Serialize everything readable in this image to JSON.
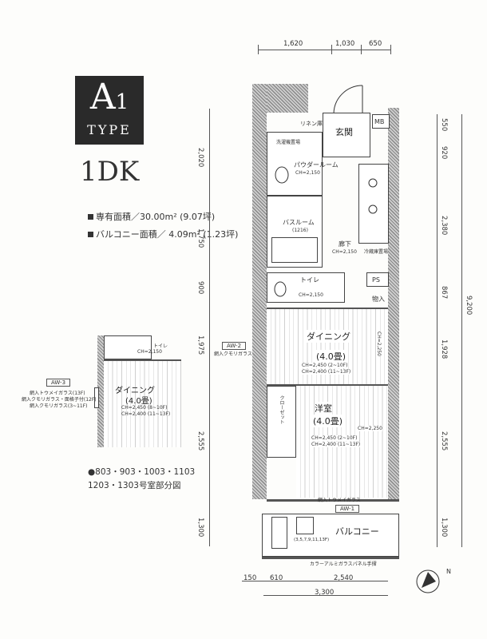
{
  "header": {
    "type_letter": "A",
    "type_number": "1",
    "type_word": "TYPE",
    "layout": "1DK"
  },
  "areas": {
    "exclusive_label": "専有面積",
    "exclusive_value": "30.00m² (9.07坪)",
    "balcony_label": "バルコニー面積",
    "balcony_value": "4.09m² (1.23坪)"
  },
  "dims_top": [
    "1,620",
    "1,030",
    "650"
  ],
  "dims_bottom": [
    "150",
    "610",
    "2,540"
  ],
  "dim_total_bottom": "3,300",
  "dims_left": [
    "2,020",
    "1,750",
    "900",
    "1,975",
    "2,555",
    "1,300"
  ],
  "dims_right": [
    "550",
    "920",
    "2,380",
    "867",
    "1,928",
    "2,555",
    "1,300"
  ],
  "dim_total_right": "9,200",
  "rooms": {
    "entrance": "玄関",
    "mb": "MB",
    "linen": "リネン庫",
    "powder": "パウダールーム",
    "powder_ch": "CH=2,150",
    "washer": "洗濯機置場",
    "bath": "バスルーム",
    "bath_size": "(1216)",
    "hall": "廊下",
    "hall_ch": "CH=2,150",
    "toilet": "トイレ",
    "toilet_ch": "CH=2,150",
    "fridge": "冷蔵庫置場",
    "ps": "PS",
    "storage": "物入",
    "dining": "ダイニング",
    "dining_size": "(4.0畳)",
    "dining_ch1": "CH=2,450 (2~10F)",
    "dining_ch2": "CH=2,400 (11~13F)",
    "dining_ch3": "CH=2,250",
    "western": "洋室",
    "western_size": "(4.0畳)",
    "western_ch1": "CH=2,450 (2~10F)",
    "western_ch2": "CH=2,400 (11~13F)",
    "western_ch3": "CH=2,250",
    "closet": "クローゼット",
    "balcony": "バルコニー",
    "balcony_note": "(3,5,7,9,11,13F)",
    "railing": "カラーアルミガラスパネル手摺",
    "nr": "N"
  },
  "windows": {
    "aw2": "AW-2",
    "aw2_desc": "網入クモリガラス",
    "aw1": "AW-1",
    "aw1_desc": "網入トウメイガラス",
    "aw3": "AW-3",
    "aw3_desc1": "網入トウメイガラス(13F)",
    "aw3_desc2": "網入クモリガラス・面格子付(12F)",
    "aw3_desc3": "網入クモリガラス(3~11F)"
  },
  "partial": {
    "toilet_fragment": "トイレ",
    "toilet_ch": "CH=2,150",
    "dining": "ダイニング",
    "dining_size": "(4.0畳)",
    "ch1": "CH=2,450 (8~10F)",
    "ch2": "CH=2,400 (11~13F)"
  },
  "note_line1": "●803・903・1003・1103",
  "note_line2": "1203・1303号室部分図"
}
